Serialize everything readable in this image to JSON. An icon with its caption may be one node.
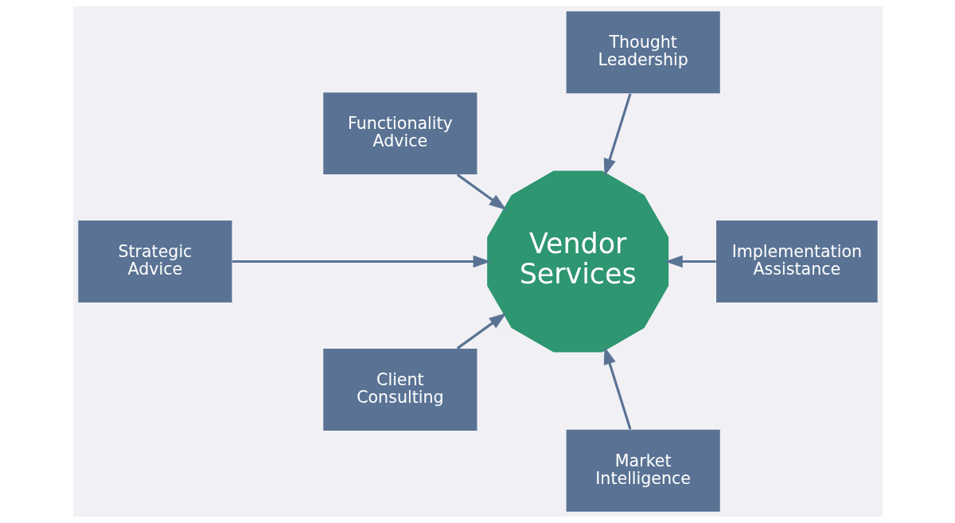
{
  "diagram": {
    "nodes": [
      {
        "text": [
          "Strategic Advice"
        ]
      },
      {
        "text": [
          "Client Consulting"
        ]
      },
      {
        "text": [
          "Market Intelligence"
        ]
      },
      {
        "text": [
          "Vendor Services"
        ]
      },
      {
        "text": [
          "Implementation Assistance"
        ]
      },
      {
        "text": [
          "Thought Leadership"
        ]
      },
      {
        "text": [
          "Functionality Advice"
        ]
      }
    ],
    "edges": [
      {
        "from": 0,
        "to": 3,
        "arrow": "to"
      },
      {
        "from": 2,
        "to": 3,
        "arrow": "to"
      },
      {
        "from": 5,
        "to": 3,
        "arrow": "to"
      },
      {
        "from": 6,
        "to": 3,
        "arrow": "to"
      },
      {
        "from": 4,
        "to": 3,
        "arrow": "to"
      },
      {
        "from": 1,
        "to": 3,
        "arrow": "to"
      }
    ]
  }
}
